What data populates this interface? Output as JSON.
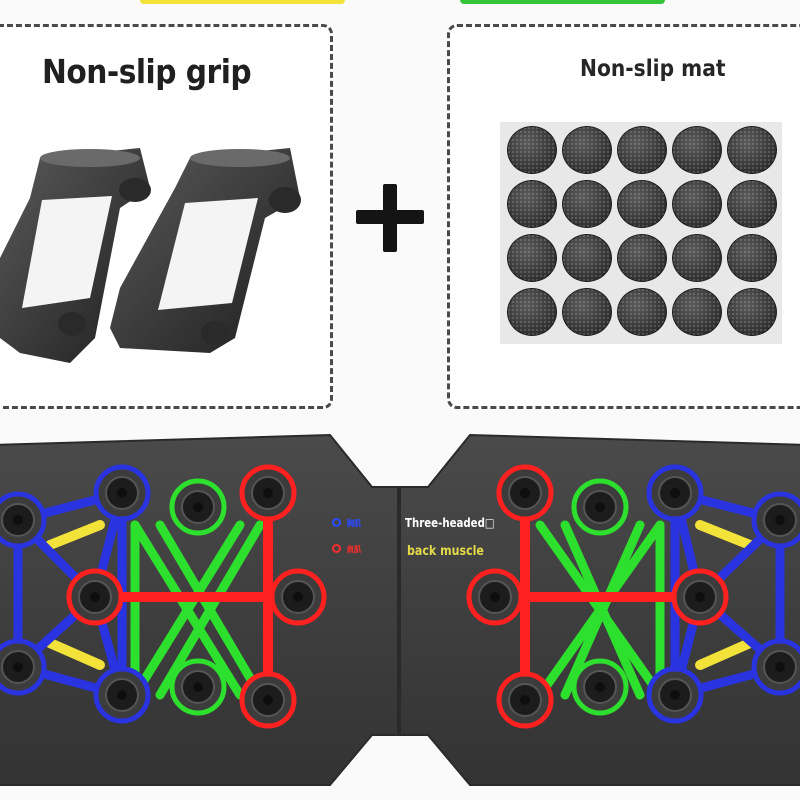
{
  "grip": {
    "title": "Non-slip grip"
  },
  "mat": {
    "title": "Non-slip mat",
    "pad_rows": 4,
    "pad_cols": 5
  },
  "board": {
    "legend": {
      "blue_chars": "胸肌",
      "red_chars": "肩肌",
      "three_headed": "Three-headed□",
      "back_muscle": "back muscle"
    }
  },
  "colors": {
    "panel_border": "#4a4a4a",
    "board": "#3e3e3e",
    "blue": "#2a33e0",
    "red": "#ff2020",
    "green": "#2ee02e",
    "yellow": "#f2e23a"
  },
  "icons": {
    "plus": "plus-icon"
  }
}
